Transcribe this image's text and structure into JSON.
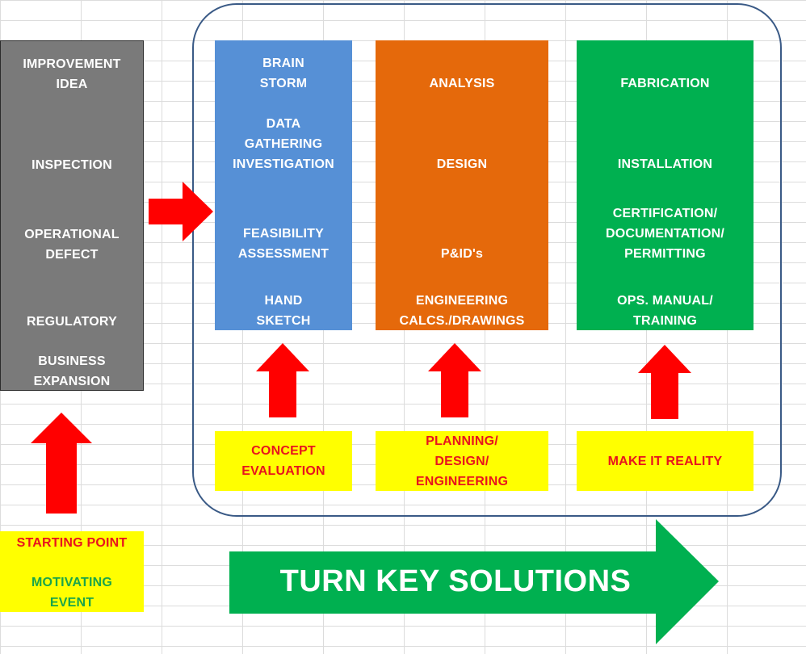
{
  "colors": {
    "gray": "#7a7a7a",
    "blue": "#5690d6",
    "orange": "#e5690b",
    "green": "#00b050",
    "yellow": "#ffff00",
    "red_text": "#e8141d",
    "green_text": "#1aa54a",
    "arrow_red": "#ff0000",
    "frame": "#3a5a86"
  },
  "left_column": {
    "items": [
      [
        "IMPROVEMENT",
        "IDEA"
      ],
      [
        "INSPECTION"
      ],
      [
        "OPERATIONAL",
        "DEFECT"
      ],
      [
        "REGULATORY"
      ],
      [
        "BUSINESS",
        "EXPANSION"
      ]
    ]
  },
  "starting_point": {
    "title": "STARTING POINT",
    "event_line1": "MOTIVATING",
    "event_line2": "EVENT"
  },
  "concept_column": {
    "items": [
      [
        "BRAIN",
        "STORM"
      ],
      [
        "DATA",
        "GATHERING",
        "INVESTIGATION"
      ],
      [
        "FEASIBILITY",
        "ASSESSMENT"
      ],
      [
        "HAND",
        "SKETCH"
      ]
    ],
    "stage": [
      "CONCEPT",
      "EVALUATION"
    ]
  },
  "design_column": {
    "items": [
      [
        "ANALYSIS"
      ],
      [
        "DESIGN"
      ],
      [
        "P&ID's"
      ],
      [
        "ENGINEERING",
        "CALCS./DRAWINGS"
      ]
    ],
    "stage": [
      "PLANNING/",
      "DESIGN/",
      "ENGINEERING"
    ]
  },
  "reality_column": {
    "items": [
      [
        "FABRICATION"
      ],
      [
        "INSTALLATION"
      ],
      [
        "CERTIFICATION/",
        "DOCUMENTATION/",
        "PERMITTING"
      ],
      [
        "OPS. MANUAL/",
        "TRAINING"
      ]
    ],
    "stage": [
      "MAKE IT REALITY"
    ]
  },
  "banner": {
    "text": "TURN KEY SOLUTIONS"
  }
}
